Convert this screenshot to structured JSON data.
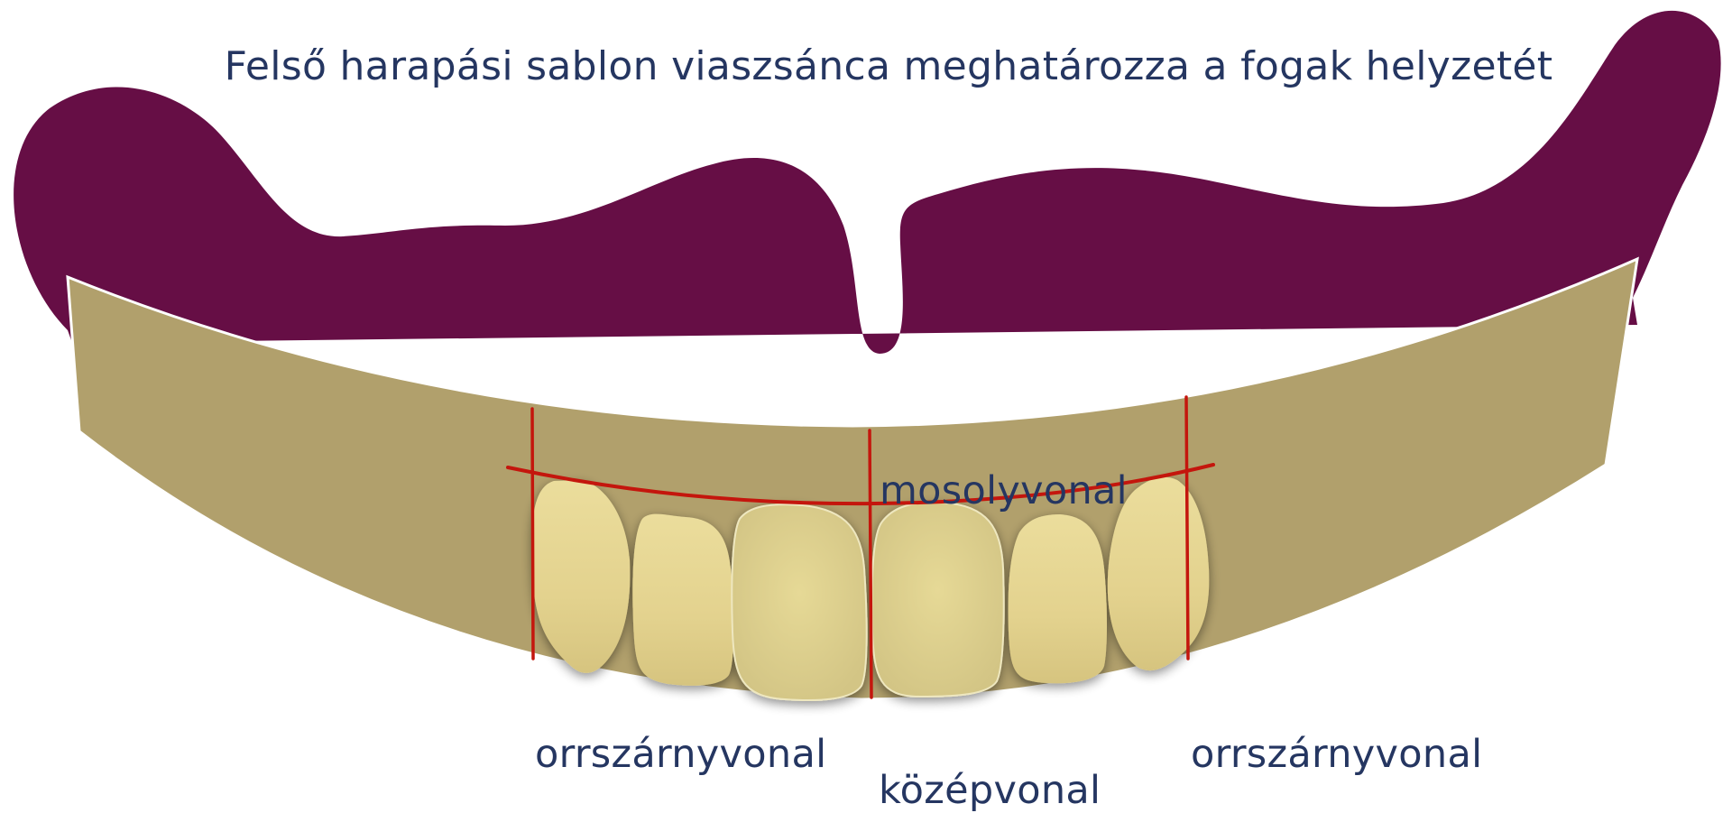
{
  "title": "Felső harapási sablon viaszsánca meghatározza a fogak helyzetét",
  "labels": {
    "smile_line": "mosolyvonal",
    "ala_line_left": "orrszárnyvonal",
    "ala_line_right": "orrszárnyvonal",
    "midline": "középvonal"
  },
  "colors": {
    "base_plate": "#660e45",
    "wax_rim": "#b1a06c",
    "tooth": "#e6d693",
    "guide_lines": "#c4160d",
    "text": "#253661"
  }
}
